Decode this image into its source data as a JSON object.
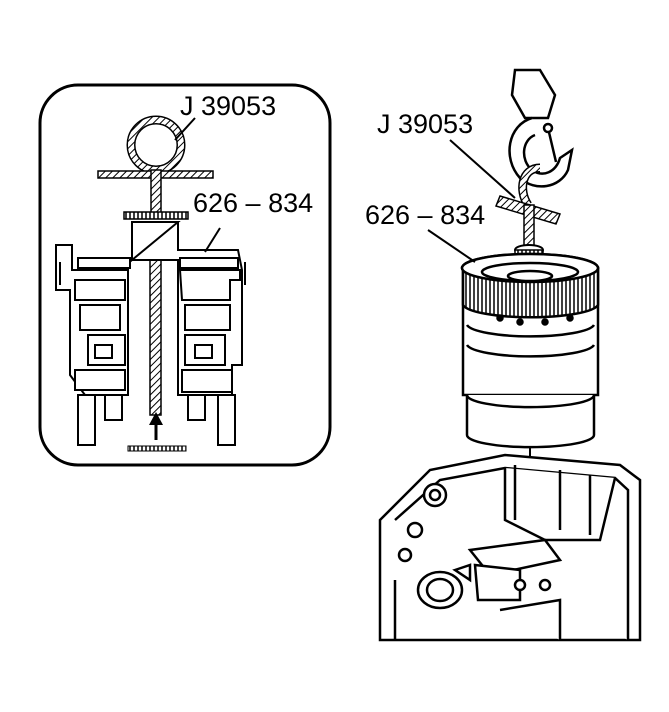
{
  "labels": {
    "inset_tool": "J 39053",
    "inset_part": "626 – 834",
    "main_tool": "J 39053",
    "main_part": "626 – 834"
  },
  "colors": {
    "ink": "#000000",
    "paper": "#ffffff",
    "hatch": "#555555"
  }
}
